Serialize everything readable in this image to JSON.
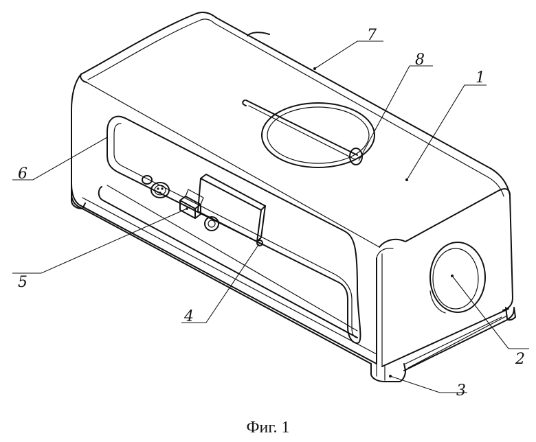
{
  "caption": "Фиг. 1",
  "callouts": [
    {
      "id": "1",
      "label": "1"
    },
    {
      "id": "2",
      "label": "2"
    },
    {
      "id": "3",
      "label": "3"
    },
    {
      "id": "4",
      "label": "4"
    },
    {
      "id": "5",
      "label": "5"
    },
    {
      "id": "6",
      "label": "6"
    },
    {
      "id": "7",
      "label": "7"
    },
    {
      "id": "8",
      "label": "8"
    }
  ]
}
